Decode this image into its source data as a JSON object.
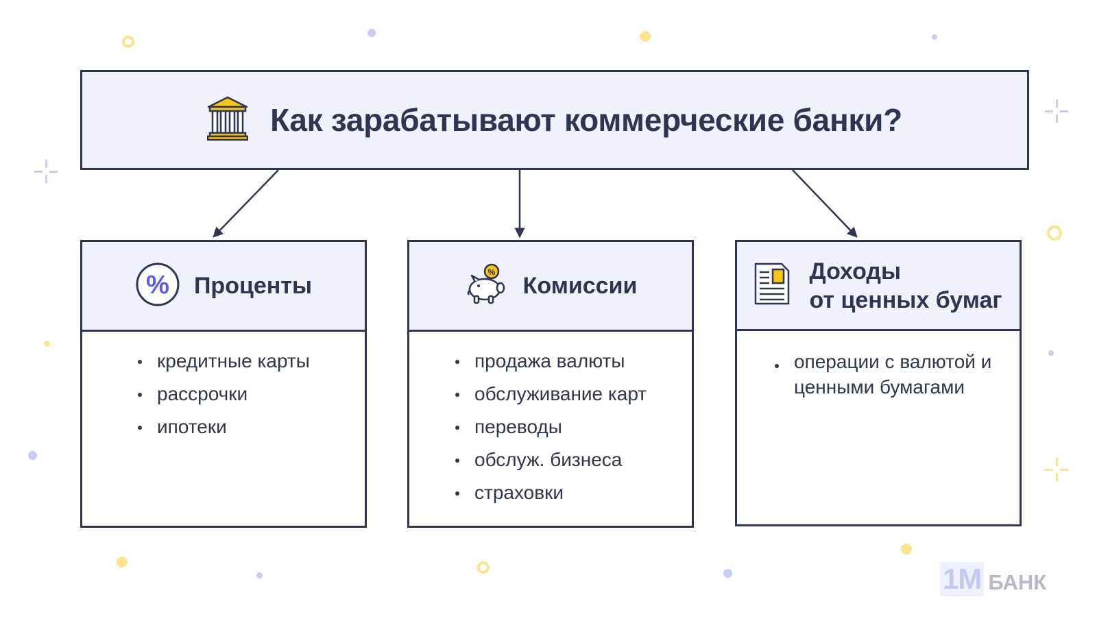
{
  "title": "Как зарабатывают коммерческие банки?",
  "title_icon": "bank-building-icon",
  "cards": [
    {
      "icon": "percent-circle-icon",
      "title": "Проценты",
      "items": [
        "кредитные карты",
        "рассрочки",
        "ипотеки"
      ]
    },
    {
      "icon": "piggy-bank-icon",
      "title": "Комиссии",
      "items": [
        "продажа валюты",
        "обслуживание карт",
        "переводы",
        "обслуж. бизнеса",
        "страховки"
      ]
    },
    {
      "icon": "document-icon",
      "title_line1": "Доходы",
      "title_line2": "от ценных бумаг",
      "items": [
        "операции с валютой и ценными бумагами"
      ]
    }
  ],
  "logo": {
    "mark": "1M",
    "text": "БАНК"
  },
  "colors": {
    "navy": "#2f3452",
    "header_fill": "#f0f1fd",
    "accent_purple": "#5b5be8",
    "accent_yellow": "#f5c518",
    "deco_yellow": "#fce48f",
    "deco_purple": "#c9cdf3"
  }
}
